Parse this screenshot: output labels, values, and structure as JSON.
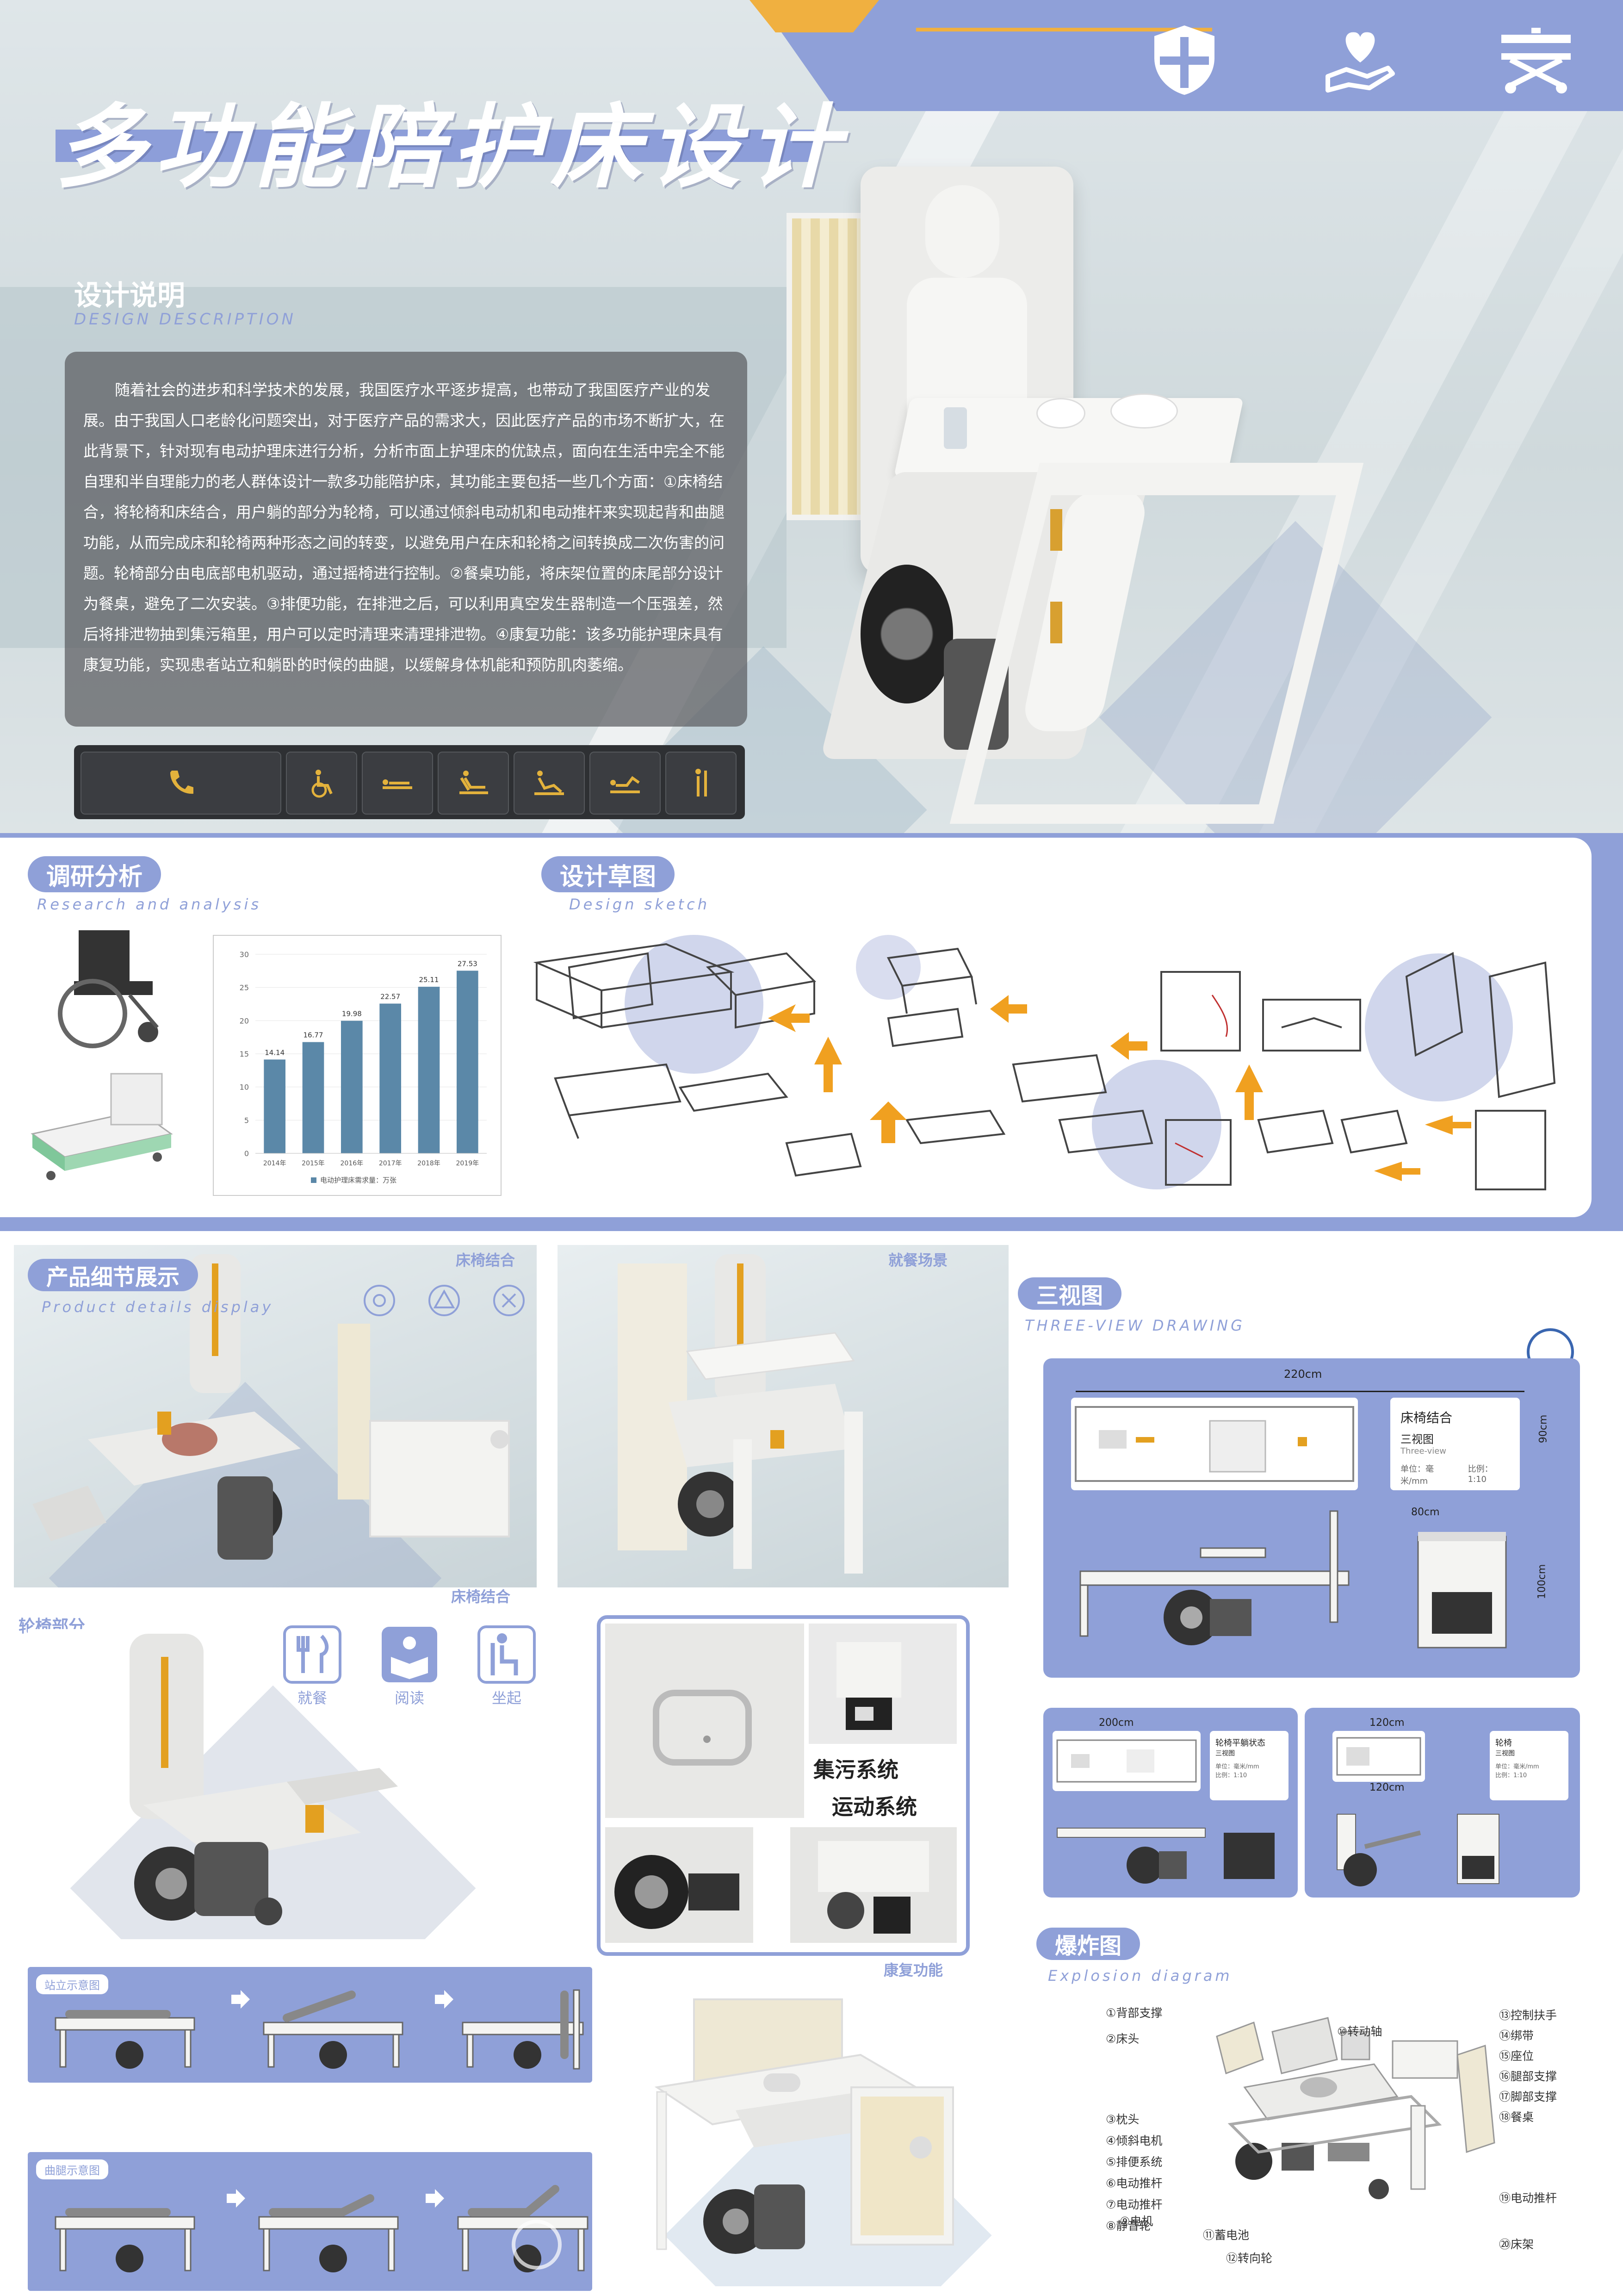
{
  "header": {
    "title": "多功能陪护床设计",
    "top_icons": [
      "shield-cross-icon",
      "heart-hand-icon",
      "stretcher-icon"
    ]
  },
  "design_description": {
    "title": "设计说明",
    "subtitle": "DESIGN DESCRIPTION",
    "text": "随着社会的进步和科学技术的发展，我国医疗水平逐步提高，也带动了我国医疗产业的发展。由于我国人口老龄化问题突出，对于医疗产品的需求大，因此医疗产品的市场不断扩大，在此背景下，针对现有电动护理床进行分析，分析市面上护理床的优缺点，面向在生活中完全不能自理和半自理能力的老人群体设计一款多功能陪护床，其功能主要包括一些几个方面：①床椅结合，将轮椅和床结合，用户躺的部分为轮椅，可以通过倾斜电动机和电动推杆来实现起背和曲腿功能，从而完成床和轮椅两种形态之间的转变，以避免用户在床和轮椅之间转换成二次伤害的问题。轮椅部分由电底部电机驱动，通过摇椅进行控制。②餐桌功能，将床架位置的床尾部分设计为餐桌，避免了二次安装。③排便功能，在排泄之后，可以利用真空发生器制造一个压强差，然后将排泄物抽到集污箱里，用户可以定时清理来清理排泄物。④康复功能：该多功能护理床具有康复功能，实现患者站立和躺卧的时候的曲腿，以缓解身体机能和预防肌肉萎缩。"
  },
  "control_icons": [
    "phone-icon",
    "wheelchair-icon",
    "lie-flat-icon",
    "sit-up-icon",
    "recline-icon",
    "leg-raise-icon",
    "stand-icon"
  ],
  "research": {
    "title": "调研分析",
    "subtitle": "Research and analysis"
  },
  "sketch": {
    "title": "设计草图",
    "subtitle": "Design sketch"
  },
  "chart_data": {
    "type": "bar",
    "categories": [
      "2014年",
      "2015年",
      "2016年",
      "2017年",
      "2018年",
      "2019年"
    ],
    "series": [
      {
        "name": "电动护理床需求量：万张",
        "values": [
          14.14,
          16.77,
          19.98,
          22.57,
          25.11,
          27.53
        ]
      }
    ],
    "ylim": [
      0,
      30
    ],
    "yticks": [
      0,
      5,
      10,
      15,
      20,
      25,
      30
    ],
    "data_labels": [
      "14.14",
      "16.77",
      "19.98",
      "22.57",
      "25.11",
      "27.53"
    ],
    "legend": "bottom",
    "color": "#5b88a8"
  },
  "details": {
    "title": "产品细节展示",
    "subtitle": "Product details display",
    "label_top": "床椅结合",
    "label_bottom": "床椅结合",
    "label_dining": "就餐场景",
    "wheelchair_label": "轮椅部分",
    "func_icons": [
      {
        "icon": "fork-knife-icon",
        "label": "就餐"
      },
      {
        "icon": "reading-icon",
        "label": "阅读"
      },
      {
        "icon": "sit-up-icon",
        "label": "坐起"
      }
    ],
    "system_labels": [
      "集污系统",
      "运动系统"
    ],
    "rehab_label": "康复功能",
    "stand_label": "站立示意图",
    "leg_label": "曲腿示意图"
  },
  "three_view": {
    "title": "三视图",
    "subtitle": "THREE-VIEW DRAWING",
    "dim_top": "220cm",
    "dim_side": "90cm",
    "dim_height": "80cm",
    "dim_end": "100cm",
    "card1": {
      "title": "床椅结合",
      "name": "三视图",
      "sub": "Three-view",
      "unit": "单位：毫米/mm",
      "scale": "比例：1:10"
    },
    "card2": {
      "dim": "200cm",
      "title": "轮椅平躺状态",
      "sub": "三视图",
      "unit": "单位：毫米/mm",
      "scale": "比例：1:10"
    },
    "card3": {
      "dim": "120cm",
      "dim2": "120cm",
      "title": "轮椅",
      "sub": "三视图",
      "unit": "单位：毫米/mm",
      "scale": "比例：1:10"
    }
  },
  "explosion": {
    "title": "爆炸图",
    "subtitle": "Explosion diagram",
    "labels_left": [
      "①背部支撑",
      "②床头",
      "③枕头",
      "④倾斜电机",
      "⑤排便系统",
      "⑥电动推杆",
      "⑦电动推杆",
      "⑧静音轮",
      "⑨电机"
    ],
    "labels_mid": [
      "⑩转动轴",
      "⑪蓄电池",
      "⑫转向轮"
    ],
    "labels_right": [
      "⑬控制扶手",
      "⑭绑带",
      "⑮座位",
      "⑯腿部支撑",
      "⑰脚部支撑",
      "⑱餐桌",
      "⑲电动推杆",
      "⑳床架"
    ]
  }
}
